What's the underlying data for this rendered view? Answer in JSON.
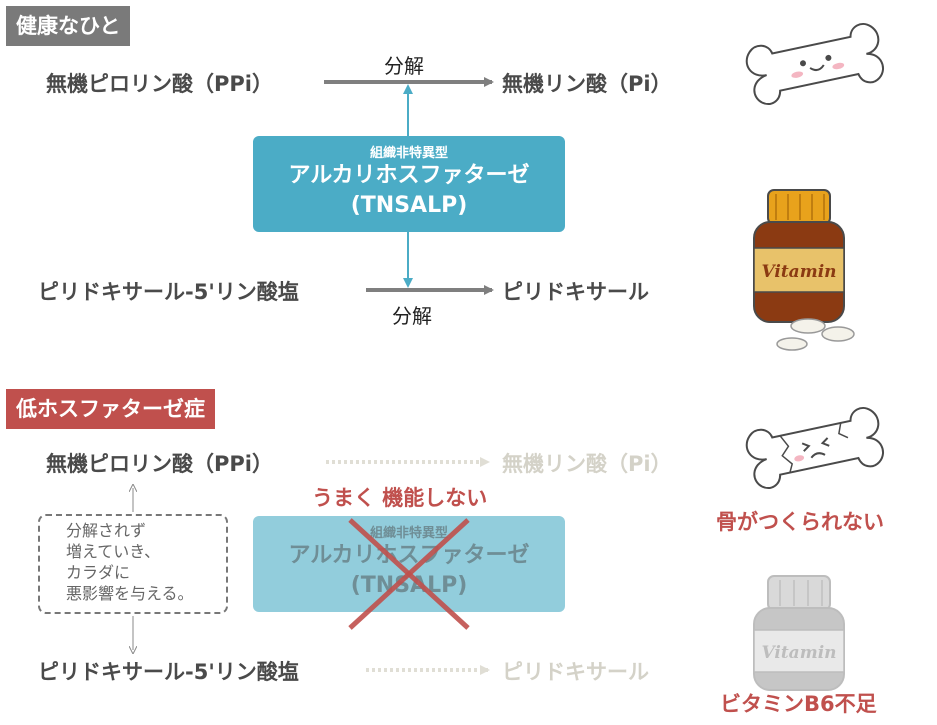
{
  "healthy": {
    "header": "健康なひと",
    "ppi": "無機ピロリン酸（PPi）",
    "pi": "無機リン酸（Pi）",
    "verb_top": "分解",
    "enzyme_sub": "組織非特異型",
    "enzyme_name": "アルカリホスファターゼ",
    "enzyme_abbr": "(TNSALP)",
    "plp": "ピリドキサール-5'リン酸塩",
    "pl": "ピリドキサール",
    "verb_bottom": "分解"
  },
  "hpp": {
    "header": "低ホスファターゼ症",
    "ppi": "無機ピロリン酸（PPi）",
    "pi": "無機リン酸（Pi）",
    "not_working": "うまく 機能しない",
    "enzyme_sub": "組織非特異型",
    "enzyme_name": "アルカリホスファターゼ",
    "enzyme_abbr": "(TNSALP)",
    "plp": "ピリドキサール-5'リン酸塩",
    "pl": "ピリドキサール",
    "note_lines": [
      "分解されず",
      "増えていき、",
      "カラダに",
      "悪影響を与える。"
    ],
    "bone_problem": "骨がつくられない",
    "vitamin_problem": "ビタミンB6不足"
  },
  "bottle_label": "Vitamin",
  "colors": {
    "teal": "#4bacc6",
    "teal_light": "#92cddc",
    "red": "#c0504d",
    "gray_header": "#7a7a7a",
    "arrow": "#7f7f7f",
    "faded": "#d4d2c8",
    "bottle": "#8b3a12",
    "bottle_cap": "#e8a21c"
  }
}
